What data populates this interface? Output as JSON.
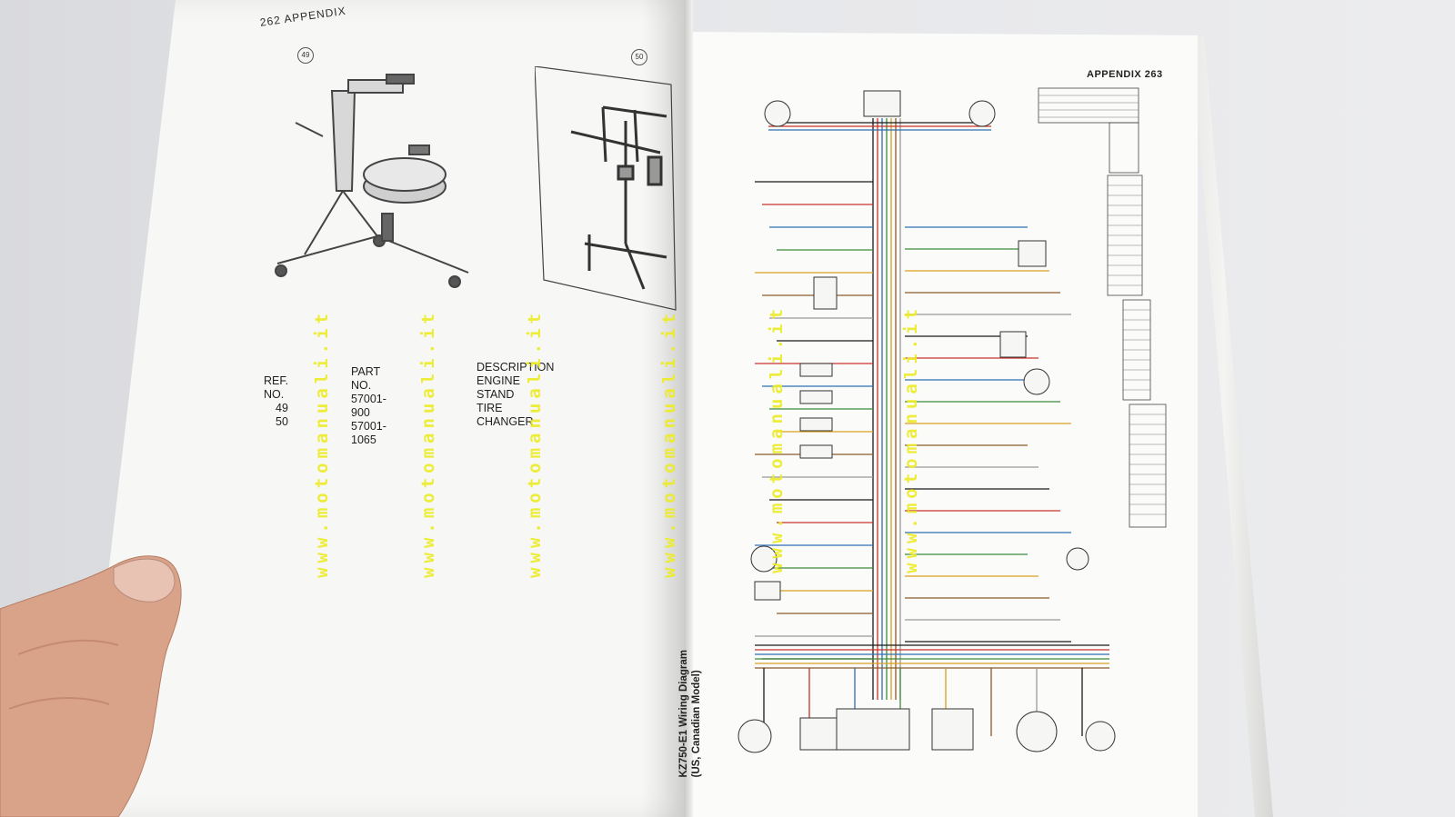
{
  "left_page": {
    "header": "262  APPENDIX",
    "figures": [
      {
        "number": "49",
        "item": "ENGINE STAND"
      },
      {
        "number": "50",
        "item": "TIRE CHANGER"
      }
    ],
    "parts_table": {
      "headers": {
        "ref": "REF. NO.",
        "part": "PART NO.",
        "desc": "DESCRIPTION"
      },
      "rows": [
        {
          "ref": "49",
          "part": "57001-900",
          "desc": "ENGINE STAND"
        },
        {
          "ref": "50",
          "part": "57001-1065",
          "desc": "TIRE CHANGER"
        }
      ]
    }
  },
  "right_page": {
    "header": "APPENDIX  263",
    "diagram_title_line1": "KZ750-E1 Wiring Diagram",
    "diagram_title_line2": "(US, Canadian Model)"
  },
  "watermark": {
    "text": "www.motomanuali.it",
    "color": "#ecec28"
  },
  "colors": {
    "wire_colors": [
      "#1a1a1a",
      "#c8322a",
      "#2f6fb0",
      "#3e8a3a",
      "#d9a020",
      "#8a5a2b",
      "#999999"
    ]
  }
}
